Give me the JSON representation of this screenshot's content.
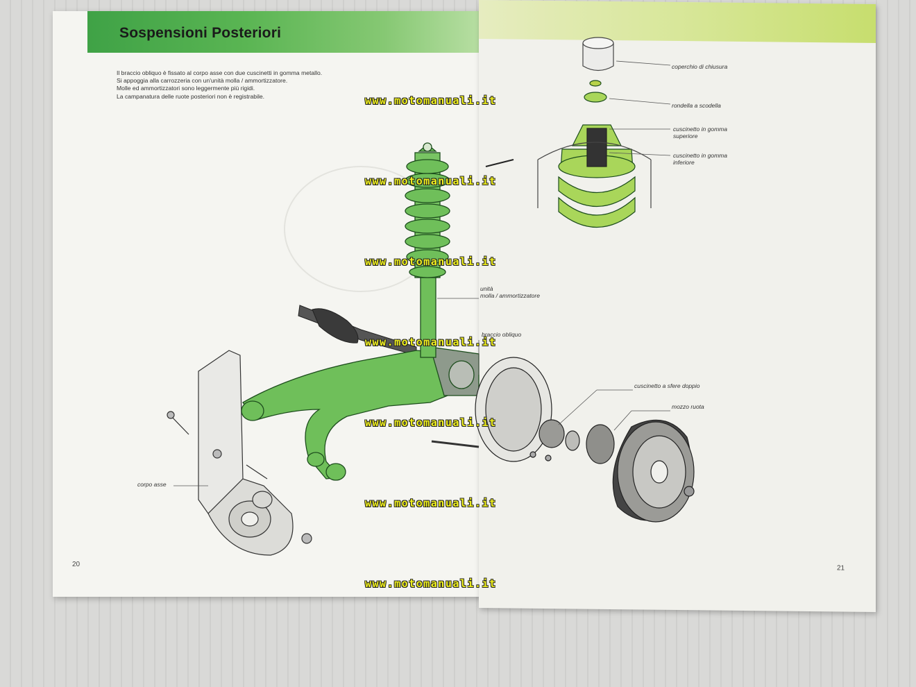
{
  "left_page": {
    "title": "Sospensioni Posteriori",
    "intro_lines": [
      "Il braccio obliquo è fissato al corpo asse con due cuscinetti in gomma metallo.",
      "Si appoggia alla carrozzeria con un'unità molla / ammortizzatore.",
      "Molle ed ammortizzatori sono leggermente più rigidi.",
      "La campanatura delle ruote posteriori non è registrabile."
    ],
    "page_number": "20"
  },
  "right_page": {
    "page_number": "21"
  },
  "labels": {
    "coperchio": "coperchio di chiusura",
    "rondella": "rondella a scodella",
    "cuscinetto_sup_1": "cuscinetto in gomma",
    "cuscinetto_sup_2": "superiore",
    "cuscinetto_inf_1": "cuscinetto in gomma",
    "cuscinetto_inf_2": "inferiore",
    "unita_1": "unità",
    "unita_2": "molla / ammortizzatore",
    "braccio": "braccio obliquo",
    "cuscinetto_sfere": "cuscinetto a sfere doppio",
    "mozzo": "mozzo ruota",
    "corpo_asse": "corpo asse"
  },
  "watermark": {
    "text": "www.motomanuali.it",
    "rows": 7
  },
  "colors": {
    "part_green": "#6fbf5a",
    "part_green_light": "#a9d65a",
    "header_green": "#4aaa4c",
    "watermark_yellow": "#f0f01e"
  }
}
